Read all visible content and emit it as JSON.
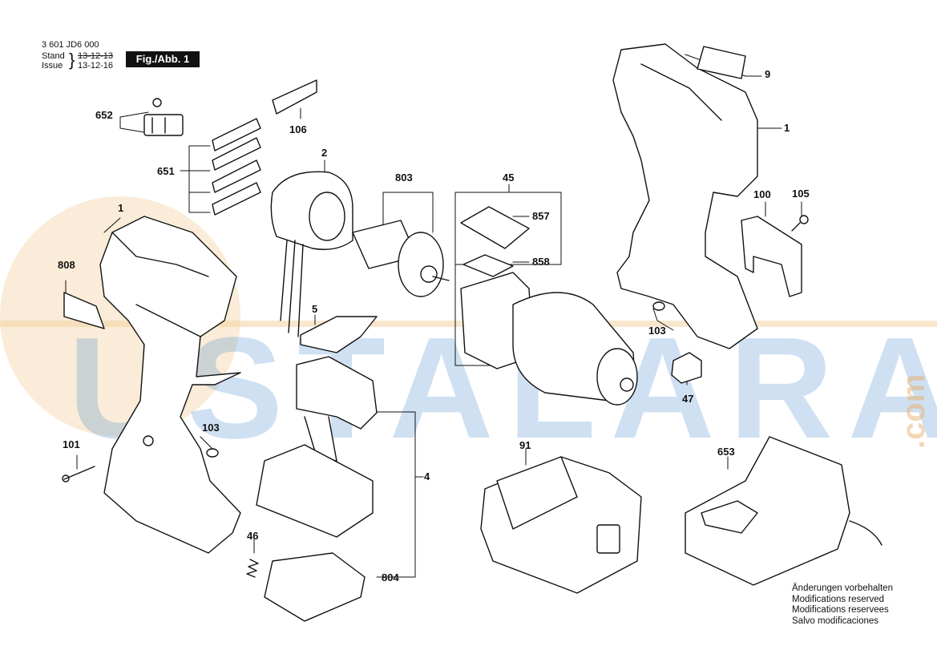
{
  "header": {
    "code": "3 601 JD6 000",
    "stand_label": "Stand",
    "issue_label": "Issue",
    "date_old": "13-12-13",
    "date_new": "13-12-16",
    "figure_label": "Fig./Abb. 1"
  },
  "watermark": {
    "text": "USTALARA",
    "suffix": ".com",
    "color": "#2b78c8"
  },
  "part_numbers": {
    "p1_housing": "1",
    "p1_handle": "1",
    "p2": "2",
    "p4": "4",
    "p5": "5",
    "p9": "9",
    "p45": "45",
    "p46": "46",
    "p47": "47",
    "p91": "91",
    "p100": "100",
    "p101": "101",
    "p103_left": "103",
    "p103_right": "103",
    "p105": "105",
    "p106": "106",
    "p651": "651",
    "p652": "652",
    "p653": "653",
    "p803": "803",
    "p804": "804",
    "p808": "808",
    "p857": "857",
    "p858": "858"
  },
  "notes": [
    "Änderungen vorbehalten",
    "Modifications reserved",
    "Modifications reservees",
    "Salvo modificaciones"
  ]
}
